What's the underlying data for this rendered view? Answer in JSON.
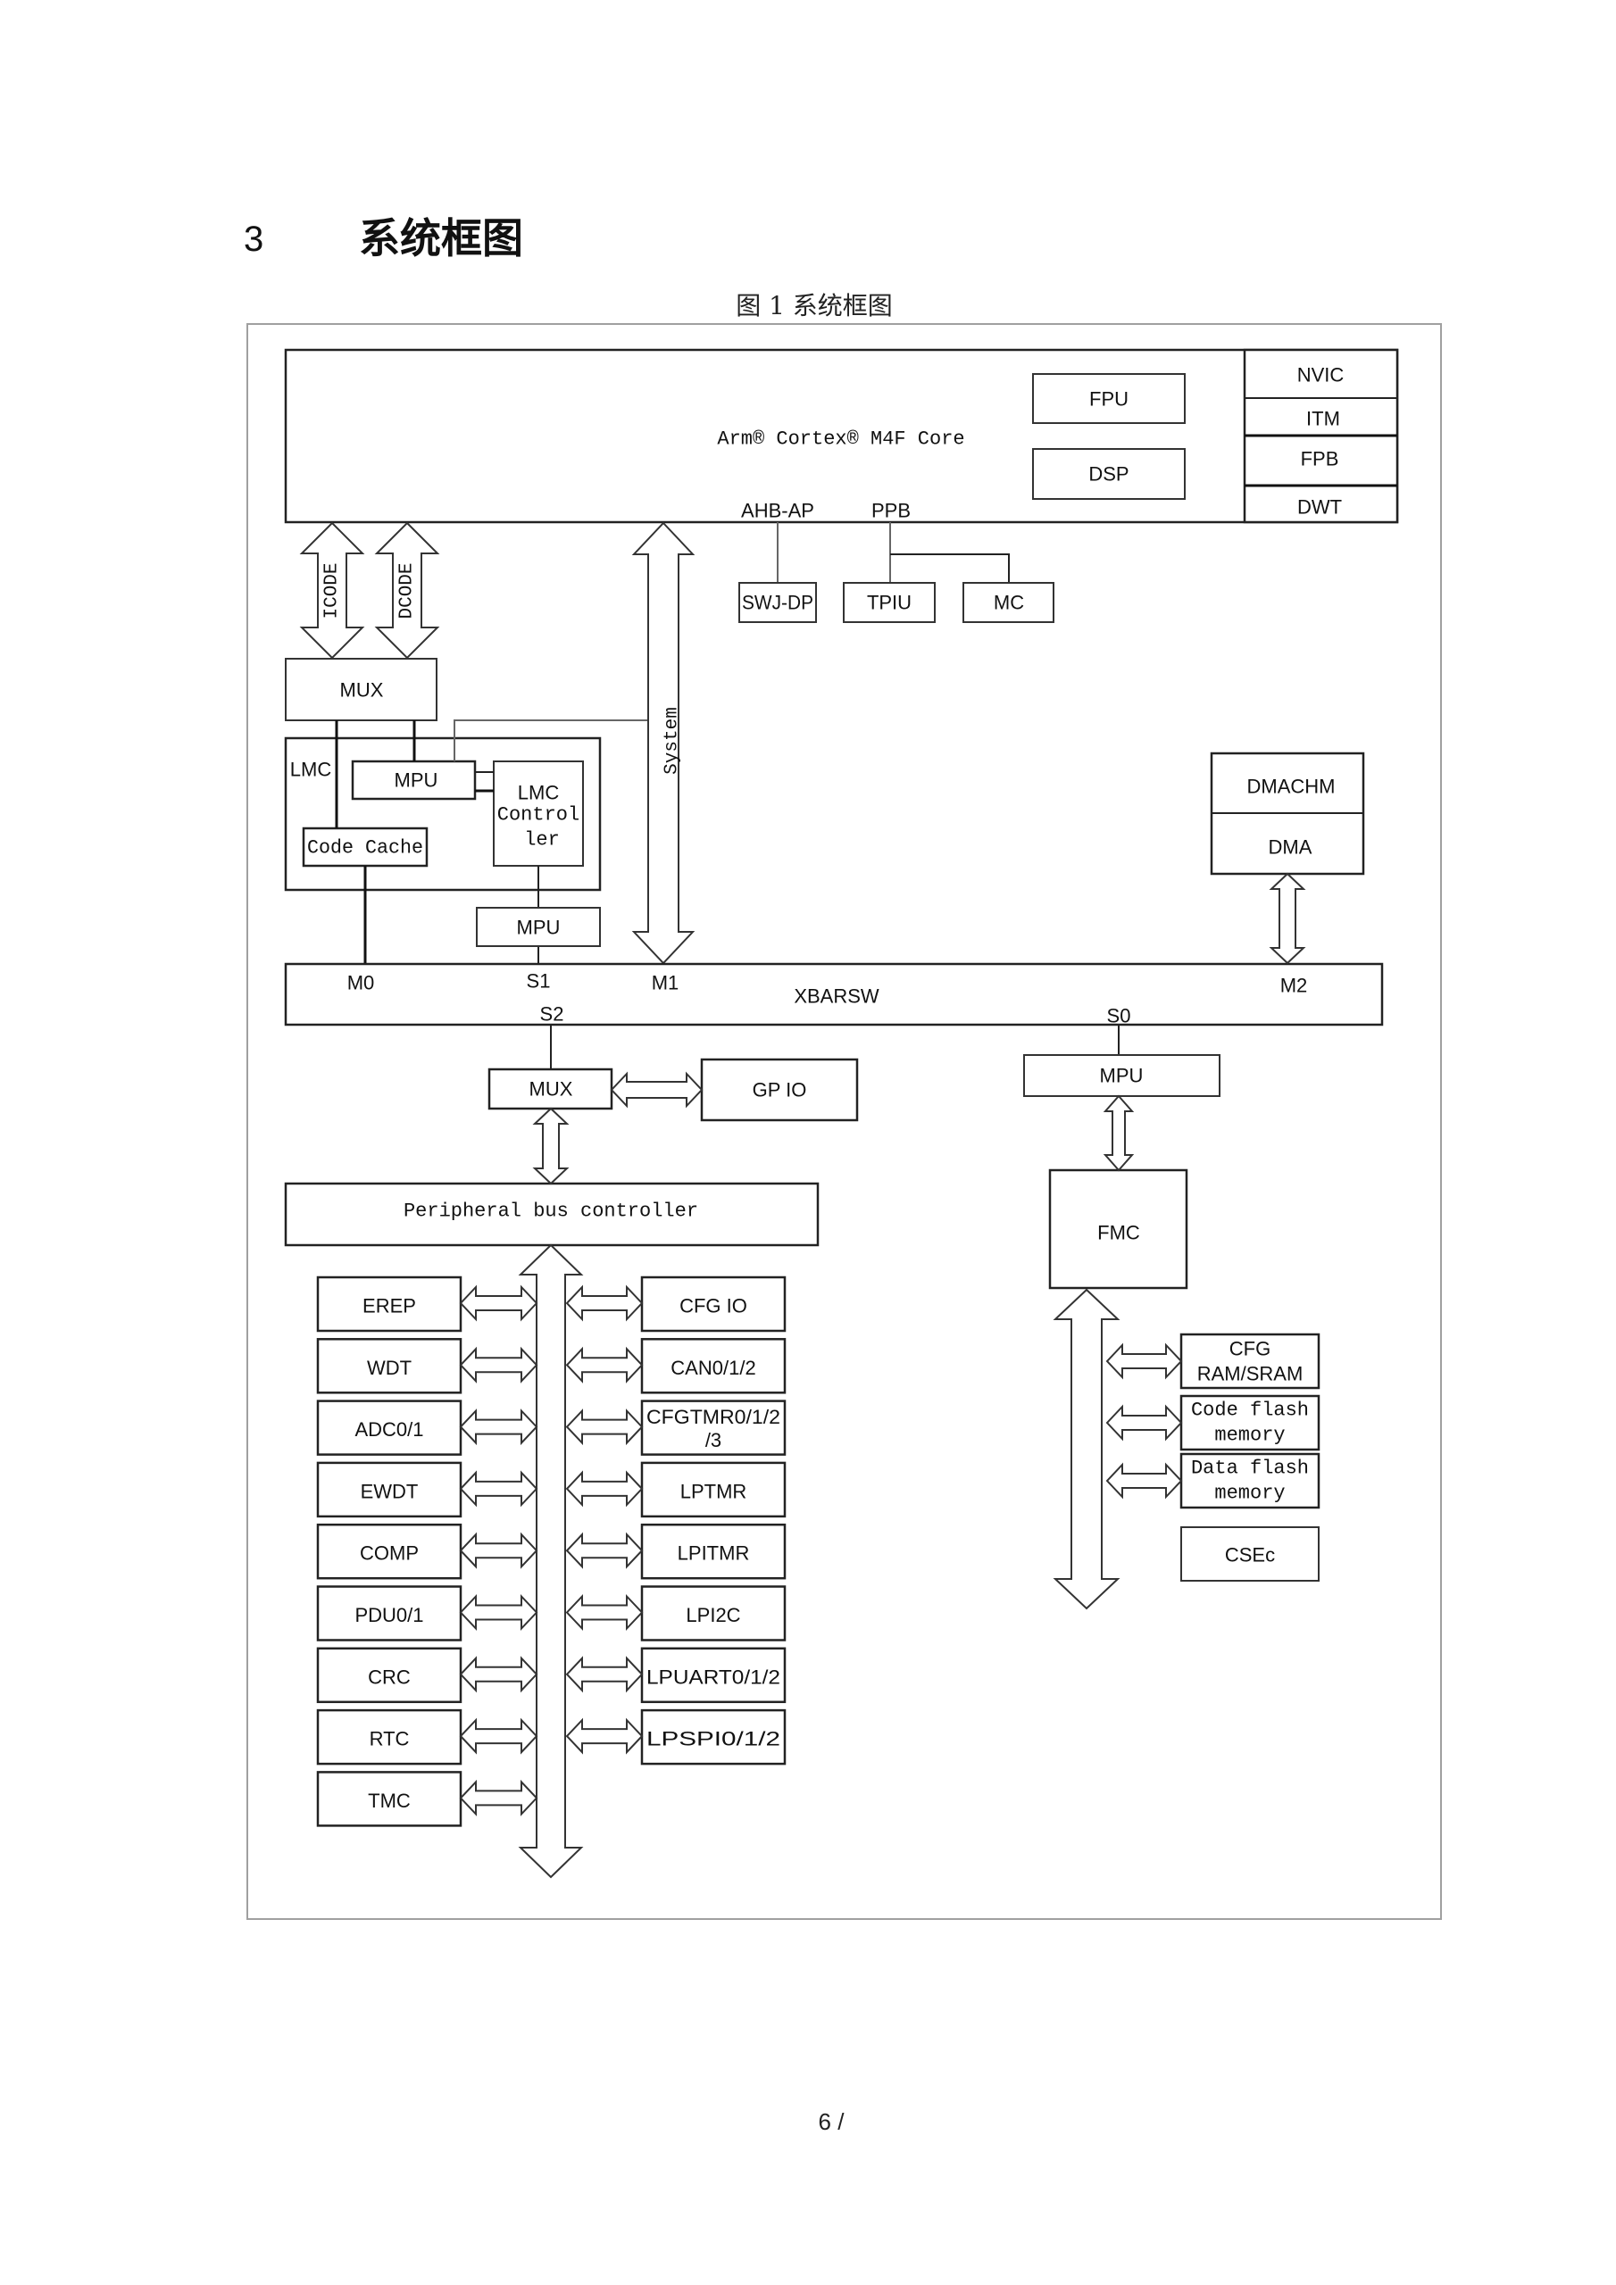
{
  "heading": {
    "number": "3",
    "title": "系统框图"
  },
  "figure_caption": "图  1 系统框图",
  "footer": {
    "page": "6 /"
  },
  "diagram": {
    "core": {
      "label": "Arm® Cortex® M4F Core",
      "units": [
        "FPU",
        "DSP"
      ],
      "debug_column": [
        "NVIC",
        "ITM",
        "FPB",
        "DWT"
      ],
      "ports": {
        "ahb_ap": "AHB-AP",
        "ppb": "PPB"
      }
    },
    "debug_blocks": [
      "SWJ-DP",
      "TPIU",
      "MC"
    ],
    "buses": {
      "icode": "ICODE",
      "dcode": "DCODE",
      "system": "System"
    },
    "mux_top": "MUX",
    "lmc": {
      "label": "LMC",
      "mpu": "MPU",
      "controller_lines": [
        "LMC",
        "Control",
        "ler"
      ],
      "code_cache": "Code Cache"
    },
    "mpu_s1": "MPU",
    "dma": {
      "channel": "DMACHM",
      "label": "DMA"
    },
    "xbar": {
      "label": "XBARSW",
      "ports": {
        "m0": "M0",
        "s1": "S1",
        "m1": "M1",
        "m2": "M2",
        "s2": "S2",
        "s0": "S0"
      }
    },
    "mux_s2": "MUX",
    "gpio": "GP IO",
    "peripheral_bus": "Peripheral bus controller",
    "peripherals_left": [
      "EREP",
      "WDT",
      "ADC0/1",
      "EWDT",
      "COMP",
      "PDU0/1",
      "CRC",
      "RTC",
      "TMC"
    ],
    "peripherals_right": [
      [
        "CFG IO"
      ],
      [
        "CAN0/1/2"
      ],
      [
        "CFGTMR0/1/2",
        "/3"
      ],
      [
        "LPTMR"
      ],
      [
        "LPITMR"
      ],
      [
        "LPI2C"
      ],
      [
        "LPUART0/1/2"
      ],
      [
        "LPSPI0/1/2"
      ]
    ],
    "mpu_s0": "MPU",
    "fmc": "FMC",
    "memories": [
      [
        "CFG",
        "RAM/SRAM"
      ],
      [
        "Code flash",
        "memory"
      ],
      [
        "Data flash",
        "memory"
      ]
    ],
    "csec": "CSEc"
  }
}
